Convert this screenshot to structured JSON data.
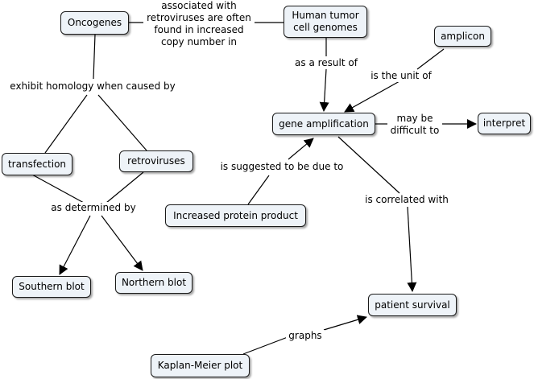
{
  "diagram": {
    "nodes": {
      "oncogenes": "Oncogenes",
      "human_tumor": "Human tumor\ncell genomes",
      "amplicon": "amplicon",
      "gene_amplification": "gene amplification",
      "interpret": "interpret",
      "transfection": "transfection",
      "retroviruses": "retroviruses",
      "increased_protein": "Increased protein product",
      "southern_blot": "Southern blot",
      "northern_blot": "Northern blot",
      "patient_survival": "patient survival",
      "kaplan_meier": "Kaplan-Meier plot"
    },
    "links": {
      "associated": "associated with\nretroviruses are often\nfound in increased\ncopy number in",
      "homology": "exhibit homology when caused by",
      "result_of": "as a result of",
      "unit_of": "is the unit of",
      "difficult": "may be\ndifficult to",
      "suggested": "is suggested to be due to",
      "correlated": "is correlated with",
      "determined": "as determined by",
      "graphs": "graphs"
    },
    "colors": {
      "node_fill": "#eef3f8",
      "node_border": "#1a1a1a",
      "line": "#000000"
    }
  }
}
